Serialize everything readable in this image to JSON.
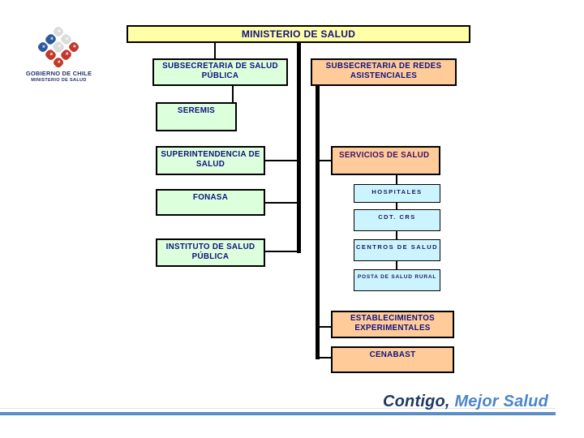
{
  "colors": {
    "yellow": "#FFFFA6",
    "green": "#DCFFDC",
    "orange": "#FFCC99",
    "cyan": "#CCF4FF",
    "navy": "#12127E",
    "purple": "#3D1168",
    "line": "#000000",
    "blue-line": "#5B8EC4",
    "faint-line": "#E8E3D4",
    "slogan-dark": "#1F3864",
    "slogan-light": "#4A86C8",
    "logo-text": "#26336B"
  },
  "logo": {
    "org": "GOBIERNO DE CHILE",
    "suborg": "MINISTERIO DE SALUD",
    "emblem_colors": {
      "blue": "#2C5AA0",
      "white": "#DCDCDC",
      "red": "#C0392B"
    },
    "emblem_pattern": [
      [
        "white",
        "white",
        "red"
      ],
      [
        "blue",
        "white",
        "red"
      ],
      [
        "blue",
        "red",
        "red"
      ]
    ]
  },
  "nodes": {
    "ministerio": {
      "label": "MINISTERIO DE SALUD"
    },
    "subsecretaria_salud_publica": {
      "label": "SUBSECRETARIA DE SALUD PÚBLICA"
    },
    "seremis": {
      "label": "SEREMIS"
    },
    "superintendencia_de_salud": {
      "label": "SUPERINTENDENCIA DE SALUD"
    },
    "fonasa": {
      "label": "FONASA"
    },
    "instituto_salud_publica": {
      "label": "INSTITUTO DE SALUD PÚBLICA"
    },
    "subsecretaria_redes": {
      "label": "SUBSECRETARIA DE REDES ASISTENCIALES"
    },
    "servicios_de_salud": {
      "label": "SERVICIOS DE SALUD"
    },
    "hospitales": {
      "label": "HOSPITALES"
    },
    "cdt_crs": {
      "label": "CDT. CRS"
    },
    "centros_de_salud": {
      "label": "CENTROS DE SALUD"
    },
    "posta_salud_rural": {
      "label": "POSTA DE SALUD RURAL"
    },
    "establecimientos_experimentales": {
      "label": "ESTABLECIMIENTOS EXPERIMENTALES"
    },
    "cenabast": {
      "label": "CENABAST"
    }
  },
  "hierarchy": {
    "root": "MINISTERIO DE SALUD",
    "left_branch": [
      "SUBSECRETARIA DE SALUD PÚBLICA",
      "SEREMIS",
      "SUPERINTENDENCIA DE SALUD",
      "FONASA",
      "INSTITUTO DE SALUD PÚBLICA"
    ],
    "right_branch": [
      "SUBSECRETARIA DE REDES ASISTENCIALES",
      "SERVICIOS DE SALUD",
      "ESTABLECIMIENTOS EXPERIMENTALES",
      "CENABAST"
    ],
    "servicios_children": [
      "HOSPITALES",
      "CDT. CRS",
      "CENTROS DE SALUD",
      "POSTA DE SALUD RURAL"
    ]
  },
  "footer": {
    "slogan_part1": "Contigo,",
    "slogan_part2": " Mejor Salud"
  }
}
